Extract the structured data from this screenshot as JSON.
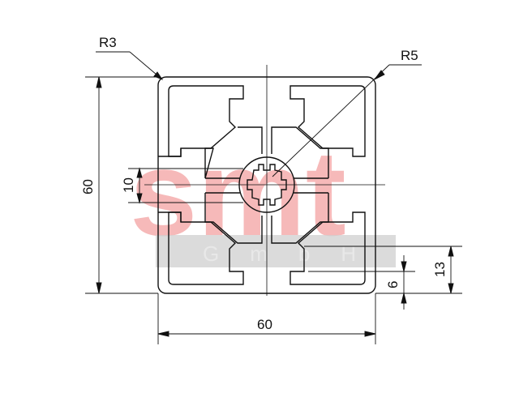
{
  "watermark": {
    "logo": "smt",
    "subtitle": "GmbH",
    "logo_color": "#f6b9b9",
    "band_color": "#cfcfcf"
  },
  "annotations": {
    "corner_radius_outer": "R3",
    "center_radius": "R5"
  },
  "dimensions": {
    "height": "60",
    "width": "60",
    "center_bore": "10",
    "slot_offset": "6",
    "slot_depth": "13"
  },
  "colors": {
    "line": "#111111",
    "background": "#ffffff"
  }
}
